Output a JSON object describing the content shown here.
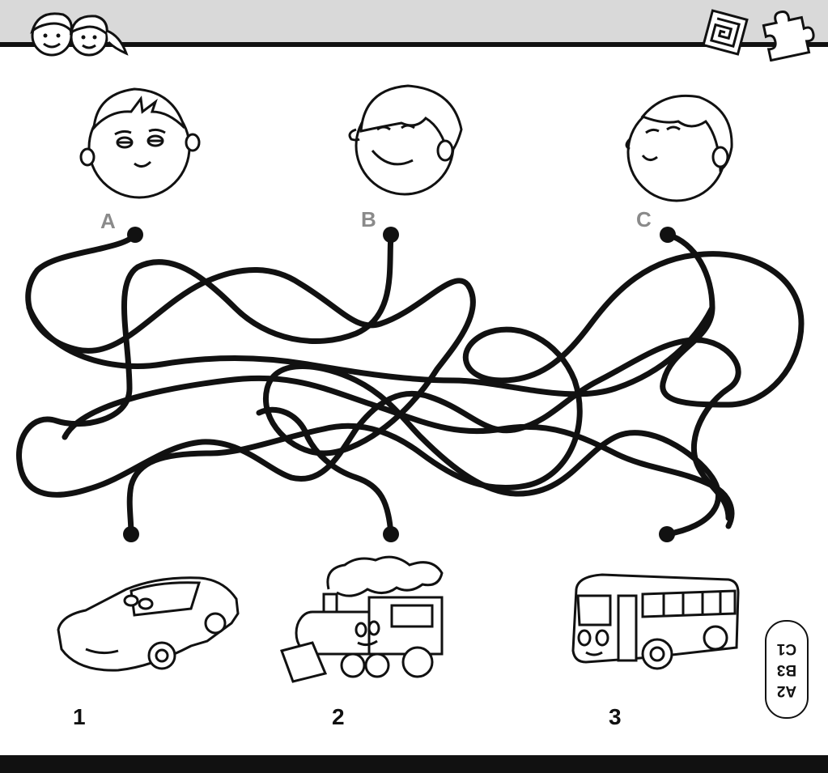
{
  "starts": [
    {
      "letter": "A"
    },
    {
      "letter": "B"
    },
    {
      "letter": "C"
    }
  ],
  "ends": [
    {
      "number": "1",
      "vehicle": "car"
    },
    {
      "number": "2",
      "vehicle": "train"
    },
    {
      "number": "3",
      "vehicle": "bus"
    }
  ],
  "answers": [
    "A2",
    "B3",
    "C1"
  ],
  "colors": {
    "line": "#111111",
    "letter": "#8a8a8a",
    "header": "#d9d9d9"
  }
}
